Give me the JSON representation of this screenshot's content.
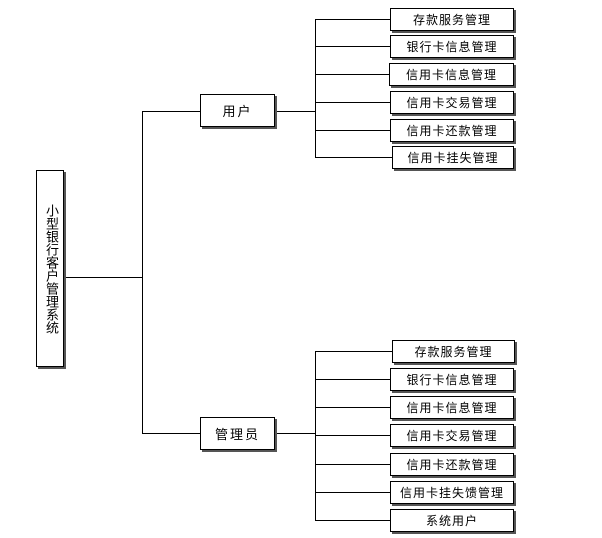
{
  "diagram": {
    "root": {
      "label": "小型银行客户管理系统"
    },
    "branches": [
      {
        "label": "用户",
        "children": [
          "存款服务管理",
          "银行卡信息管理",
          "信用卡信息管理",
          "信用卡交易管理",
          "信用卡还款管理",
          "信用卡挂失管理"
        ]
      },
      {
        "label": "管理员",
        "children": [
          "存款服务管理",
          "银行卡信息管理",
          "信用卡信息管理",
          "信用卡交易管理",
          "信用卡还款管理",
          "信用卡挂失馈管理",
          "系统用户"
        ]
      }
    ],
    "colors": {
      "line": "#000000",
      "box_border": "#000000",
      "box_shadow": "#555555",
      "background": "#ffffff"
    }
  }
}
